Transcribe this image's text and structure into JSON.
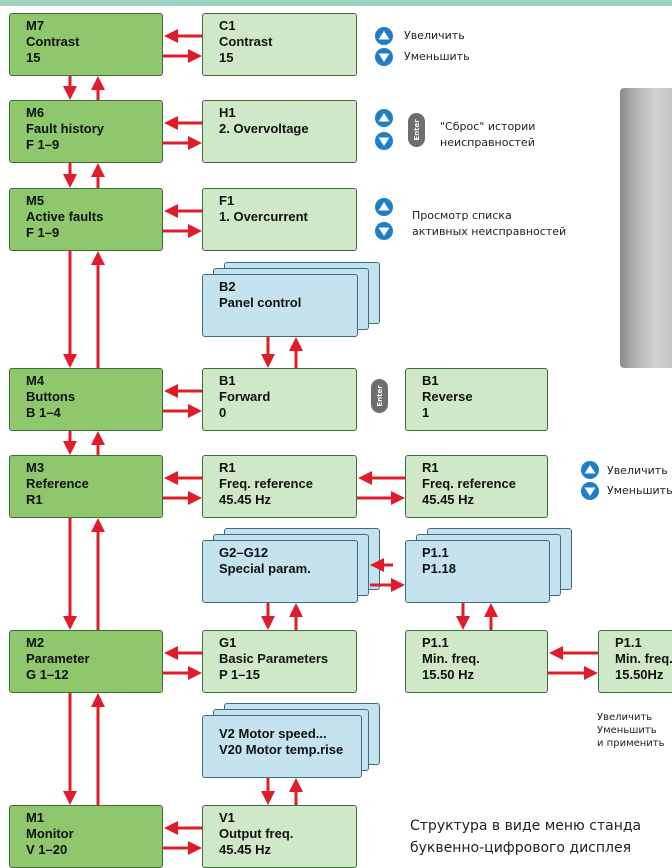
{
  "menus": {
    "m7": {
      "code": "M7",
      "name": "Contrast",
      "value": "15"
    },
    "m6": {
      "code": "M6",
      "name": "Fault history",
      "value": "F 1–9"
    },
    "m5": {
      "code": "M5",
      "name": "Active faults",
      "value": "F 1–9"
    },
    "m4": {
      "code": "M4",
      "name": "Buttons",
      "value": "B 1–4"
    },
    "m3": {
      "code": "M3",
      "name": "Reference",
      "value": "R1"
    },
    "m2": {
      "code": "M2",
      "name": "Parameter",
      "value": "G 1–12"
    },
    "m1": {
      "code": "M1",
      "name": "Monitor",
      "value": "V 1–20"
    }
  },
  "screens": {
    "c1": {
      "code": "C1",
      "name": "Contrast",
      "value": "15"
    },
    "h1": {
      "code": "H1",
      "name": "2. Overvoltage"
    },
    "f1": {
      "code": "F1",
      "name": "1. Overcurrent"
    },
    "b2": {
      "code": "B2",
      "name": "Panel control"
    },
    "b1": {
      "code": "B1",
      "name": "Forward",
      "value": "0"
    },
    "b1r": {
      "code": "B1",
      "name": "Reverse",
      "value": "1"
    },
    "r1": {
      "code": "R1",
      "name": "Freq. reference",
      "value": "45.45 Hz"
    },
    "r1b": {
      "code": "R1",
      "name": "Freq. reference",
      "value": "45.45 Hz"
    },
    "g2": {
      "code": "G2–G12",
      "name": "Special param."
    },
    "p11": {
      "code": "P1.1",
      "name": "P1.18"
    },
    "g1": {
      "code": "G1",
      "name": "Basic Parameters",
      "value": "P 1–15"
    },
    "p1a": {
      "code": "P1.1",
      "name": "Min. freq.",
      "value": "15.50 Hz"
    },
    "p1b": {
      "code": "P1.1",
      "name": "Min. freq.",
      "value": "15.50Hz"
    },
    "v2": {
      "line1": "V2 Motor speed...",
      "line2": "V20 Motor temp.rise"
    },
    "v1": {
      "code": "V1",
      "name": "Output freq.",
      "value": "45.45 Hz"
    }
  },
  "notes": {
    "increase": "Увеличить",
    "decrease": "Уменьшить",
    "reset_line1": "\"Сброс\" истории",
    "reset_line2": "неисправностей",
    "view_line1": "Просмотр списка",
    "view_line2": "активных неисправностей",
    "increase2": "Увеличить",
    "decrease2": "Уменьшить",
    "increase3": "Увеличить",
    "decrease3": "Уменьшить",
    "apply": "и применить"
  },
  "enter_label": "Enter",
  "caption": {
    "line1": "Структура в виде меню станда",
    "line2": "буквенно-цифрового дисплея"
  },
  "colors": {
    "menu_green": "#8fc86c",
    "screen_pale_green": "#cfe8c8",
    "screen_blue": "#c4e3ee",
    "arrow_red": "#e01c2a",
    "button_blue": "#1e7fc6"
  }
}
